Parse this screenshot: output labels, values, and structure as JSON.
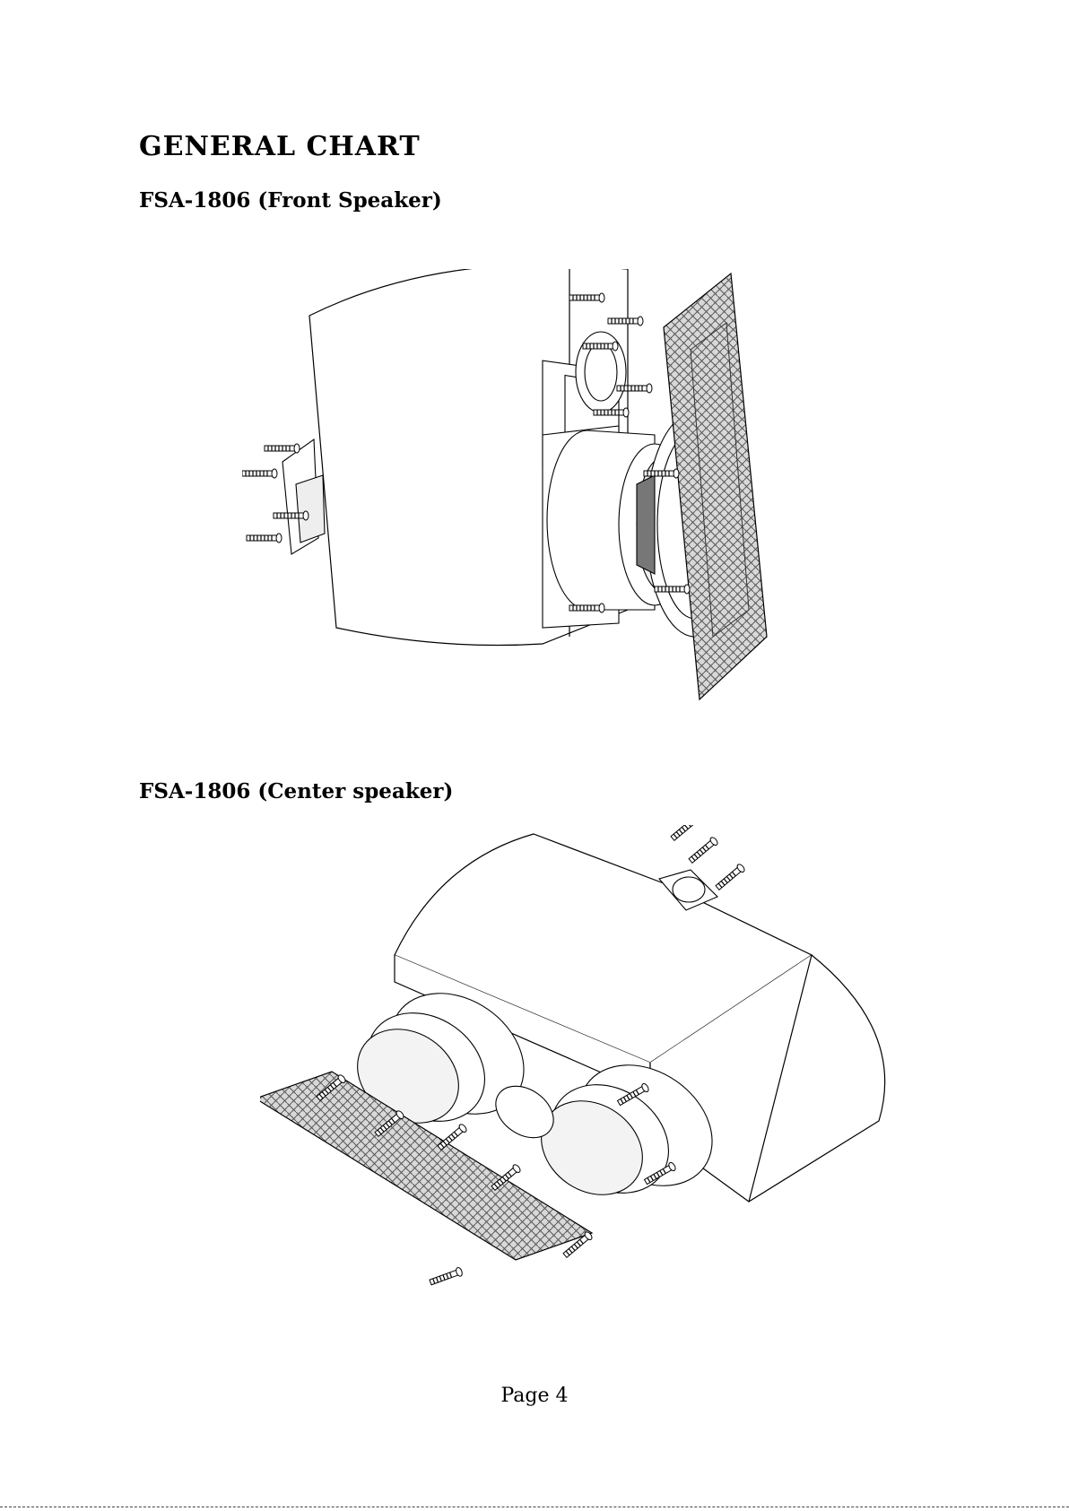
{
  "document": {
    "title": "GENERAL CHART",
    "sections": [
      {
        "heading": "FSA-1806 (Front Speaker)",
        "figure": "exploded-view-front-speaker"
      },
      {
        "heading": "FSA-1806 (Center speaker)",
        "figure": "exploded-view-center-speaker"
      }
    ],
    "page_label": "Page 4"
  }
}
